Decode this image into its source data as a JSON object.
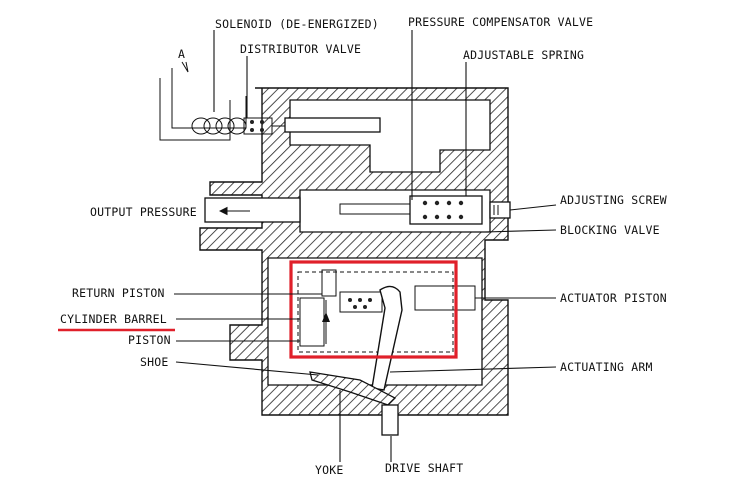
{
  "labels": {
    "solenoid": "SOLENOID (DE-ENERGIZED)",
    "distributor_valve": "DISTRIBUTOR VALVE",
    "pressure_compensator_valve": "PRESSURE COMPENSATOR VALVE",
    "adjustable_spring": "ADJUSTABLE SPRING",
    "adjusting_screw": "ADJUSTING SCREW",
    "output_pressure": "OUTPUT PRESSURE",
    "blocking_valve": "BLOCKING VALVE",
    "return_piston": "RETURN PISTON",
    "actuator_piston": "ACTUATOR PISTON",
    "cylinder_barrel": "CYLINDER BARREL",
    "piston": "PISTON",
    "shoe": "SHOE",
    "actuating_arm": "ACTUATING ARM",
    "yoke": "YOKE",
    "drive_shaft": "DRIVE SHAFT",
    "port_a": "A"
  },
  "highlight": {
    "box_color": "#e0202a",
    "underline_color": "#e0202a"
  }
}
